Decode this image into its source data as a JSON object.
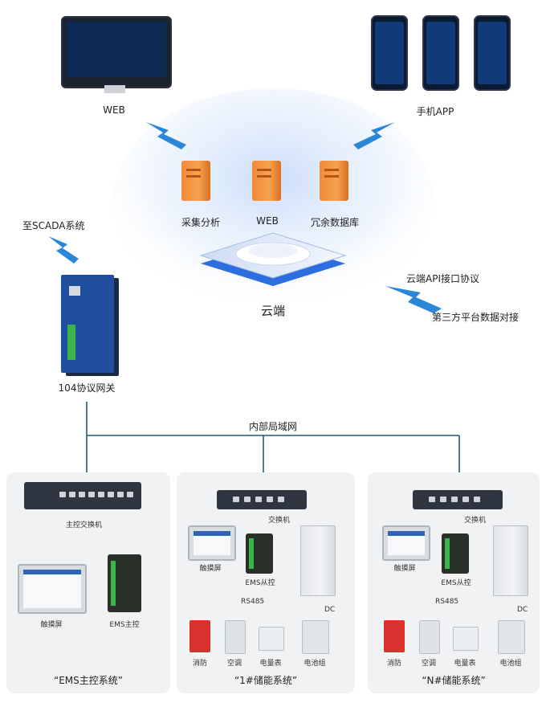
{
  "labels": {
    "web_client": "WEB",
    "mobile_app": "手机APP",
    "server_collect": "采集分析",
    "server_web": "WEB",
    "server_redundant_db": "冗余数据库",
    "cloud": "云端",
    "scada": "至SCADA系统",
    "cloud_api": "云端API接口协议",
    "third_party": "第三方平台数据对接",
    "gateway": "104协议网关",
    "lan": "内部局域网"
  },
  "panels": [
    {
      "title": "“EMS主控系统”",
      "switch_label": "主控交换机",
      "touch_label": "触摸屏",
      "ems_label": "EMS主控"
    },
    {
      "title": "“1#储能系统”",
      "switch_label": "交换机",
      "touch_label": "触摸屏",
      "ems_label": "EMS从控",
      "bus_label": "RS485",
      "dc_label": "DC",
      "devices": [
        "消防",
        "空调",
        "电量表",
        "电池组"
      ]
    },
    {
      "title": "“N#储能系统”",
      "switch_label": "交换机",
      "touch_label": "触摸屏",
      "ems_label": "EMS从控",
      "bus_label": "RS485",
      "dc_label": "DC",
      "devices": [
        "消防",
        "空调",
        "电量表",
        "电池组"
      ]
    }
  ],
  "colors": {
    "lightning": "#2a86d6",
    "lan_line": "#1e5a7a",
    "bus_line": "#3aa04a",
    "dc_line": "#c0392b",
    "panel_bg": "#f1f2f4",
    "server_orange": "#f29a48",
    "cloud_glow": "#dce8fb"
  }
}
